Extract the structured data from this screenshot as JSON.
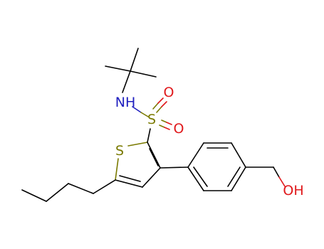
{
  "molecule": {
    "atoms": {
      "n": {
        "label": "NH",
        "color": "#1f1fbf"
      },
      "s_sulfonyl": {
        "label": "S",
        "color": "#7a7a00"
      },
      "o_upper": {
        "label": "O",
        "color": "#e0191c"
      },
      "o_lower": {
        "label": "O",
        "color": "#e0191c"
      },
      "s_ring": {
        "label": "S",
        "color": "#7a7a00"
      },
      "oh": {
        "label": "OH",
        "color": "#e0191c"
      }
    }
  }
}
